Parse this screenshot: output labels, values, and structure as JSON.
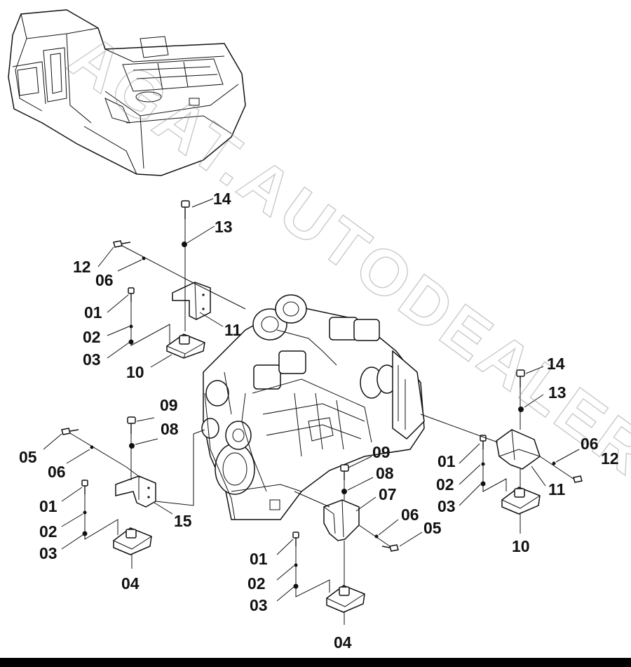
{
  "watermark": "AGAT.AUTODEALER.RU",
  "callouts": [
    {
      "id": "c14a",
      "text": "14"
    },
    {
      "id": "c13a",
      "text": "13"
    },
    {
      "id": "c12a",
      "text": "12"
    },
    {
      "id": "c06a",
      "text": "06"
    },
    {
      "id": "c01a",
      "text": "01"
    },
    {
      "id": "c02a",
      "text": "02"
    },
    {
      "id": "c03a",
      "text": "03"
    },
    {
      "id": "c11a",
      "text": "11"
    },
    {
      "id": "c10a",
      "text": "10"
    },
    {
      "id": "c09a",
      "text": "09"
    },
    {
      "id": "c08a",
      "text": "08"
    },
    {
      "id": "c05a",
      "text": "05"
    },
    {
      "id": "c06b",
      "text": "06"
    },
    {
      "id": "c01b",
      "text": "01"
    },
    {
      "id": "c02b",
      "text": "02"
    },
    {
      "id": "c03b",
      "text": "03"
    },
    {
      "id": "c15",
      "text": "15"
    },
    {
      "id": "c04a",
      "text": "04"
    },
    {
      "id": "c09b",
      "text": "09"
    },
    {
      "id": "c08b",
      "text": "08"
    },
    {
      "id": "c07",
      "text": "07"
    },
    {
      "id": "c06c",
      "text": "06"
    },
    {
      "id": "c05b",
      "text": "05"
    },
    {
      "id": "c01c",
      "text": "01"
    },
    {
      "id": "c02c",
      "text": "02"
    },
    {
      "id": "c03c",
      "text": "03"
    },
    {
      "id": "c04b",
      "text": "04"
    },
    {
      "id": "c14b",
      "text": "14"
    },
    {
      "id": "c13b",
      "text": "13"
    },
    {
      "id": "c06d",
      "text": "06"
    },
    {
      "id": "c12b",
      "text": "12"
    },
    {
      "id": "c01d",
      "text": "01"
    },
    {
      "id": "c02d",
      "text": "02"
    },
    {
      "id": "c03d",
      "text": "03"
    },
    {
      "id": "c11b",
      "text": "11"
    },
    {
      "id": "c10b",
      "text": "10"
    }
  ]
}
